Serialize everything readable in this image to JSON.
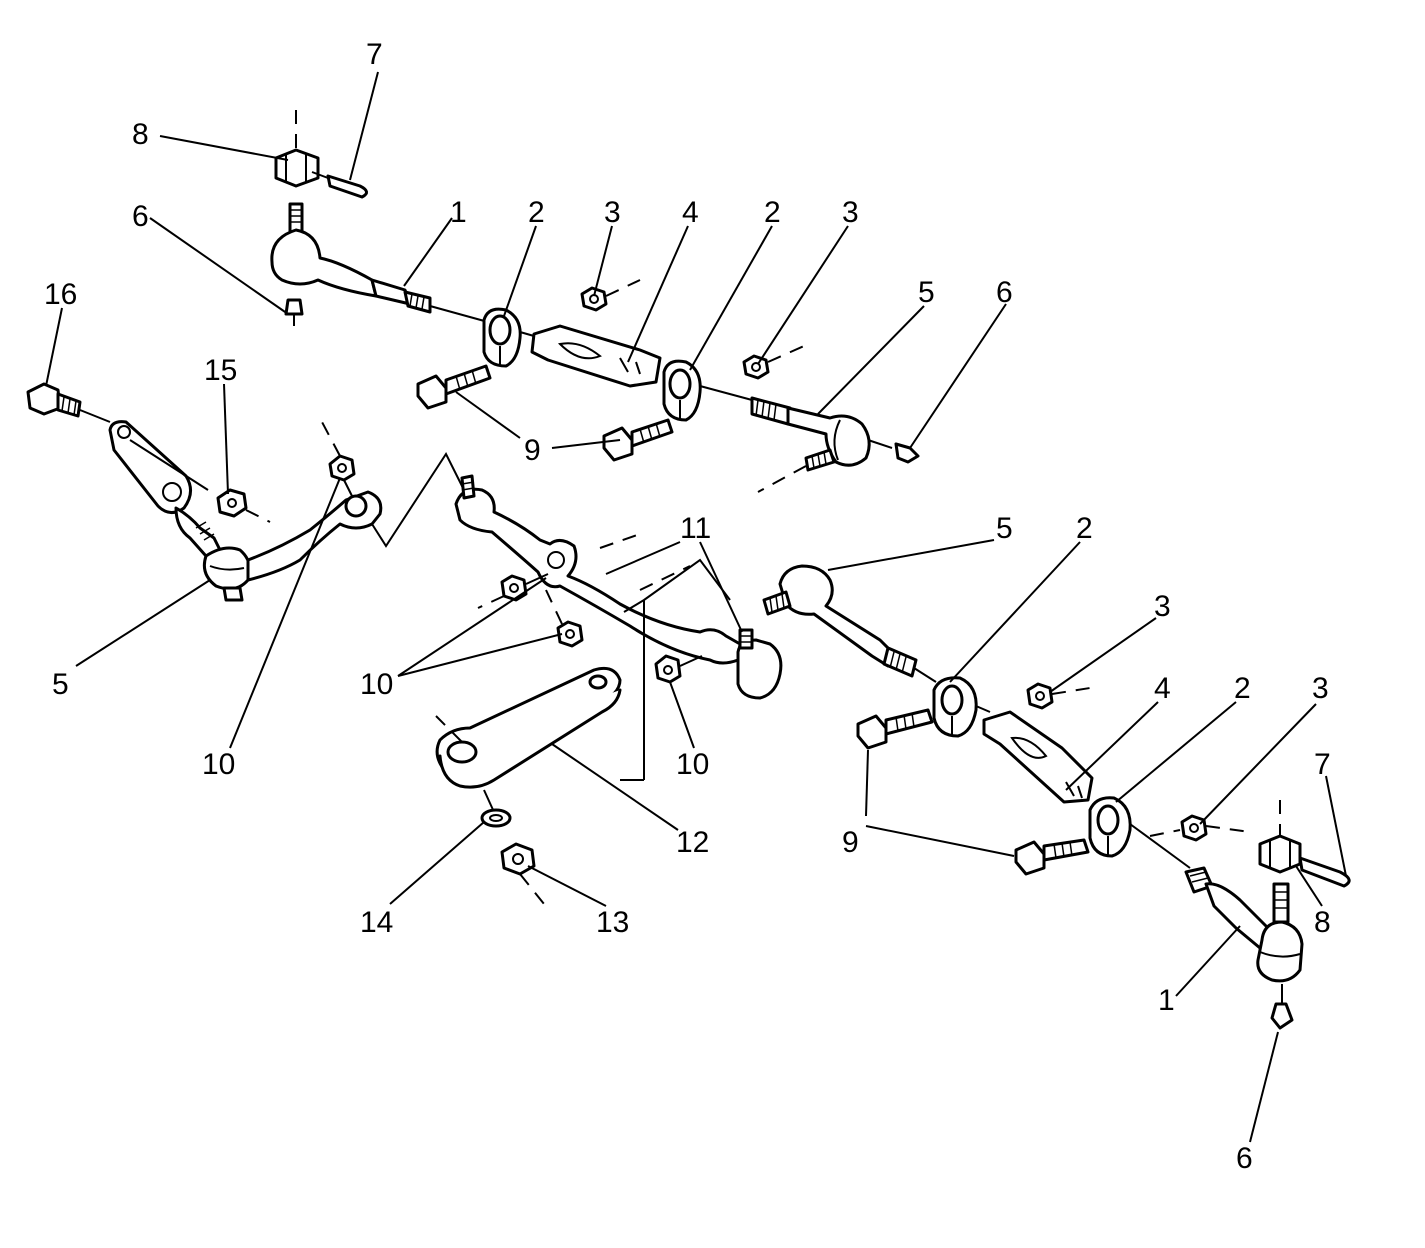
{
  "diagram": {
    "callouts": {
      "c7_top": "7",
      "c8_top": "8",
      "c6_topleft": "6",
      "c1_top": "1",
      "c2_top_a": "2",
      "c3_top_a": "3",
      "c4_top": "4",
      "c2_top_b": "2",
      "c3_top_b": "3",
      "c5_top": "5",
      "c6_top_right": "6",
      "c16": "16",
      "c15": "15",
      "c9_top": "9",
      "c11": "11",
      "c5_mid_right": "5",
      "c2_mid_right": "2",
      "c3_mid_right": "3",
      "c4_mid_right": "4",
      "c2_low_right": "2",
      "c3_low_right": "3",
      "c5_left": "5",
      "c10_mid": "10",
      "c10_left": "10",
      "c10_right": "10",
      "c7_right": "7",
      "c9_low": "9",
      "c12": "12",
      "c8_right": "8",
      "c14": "14",
      "c13": "13",
      "c1_right": "1",
      "c6_bottom": "6"
    }
  }
}
